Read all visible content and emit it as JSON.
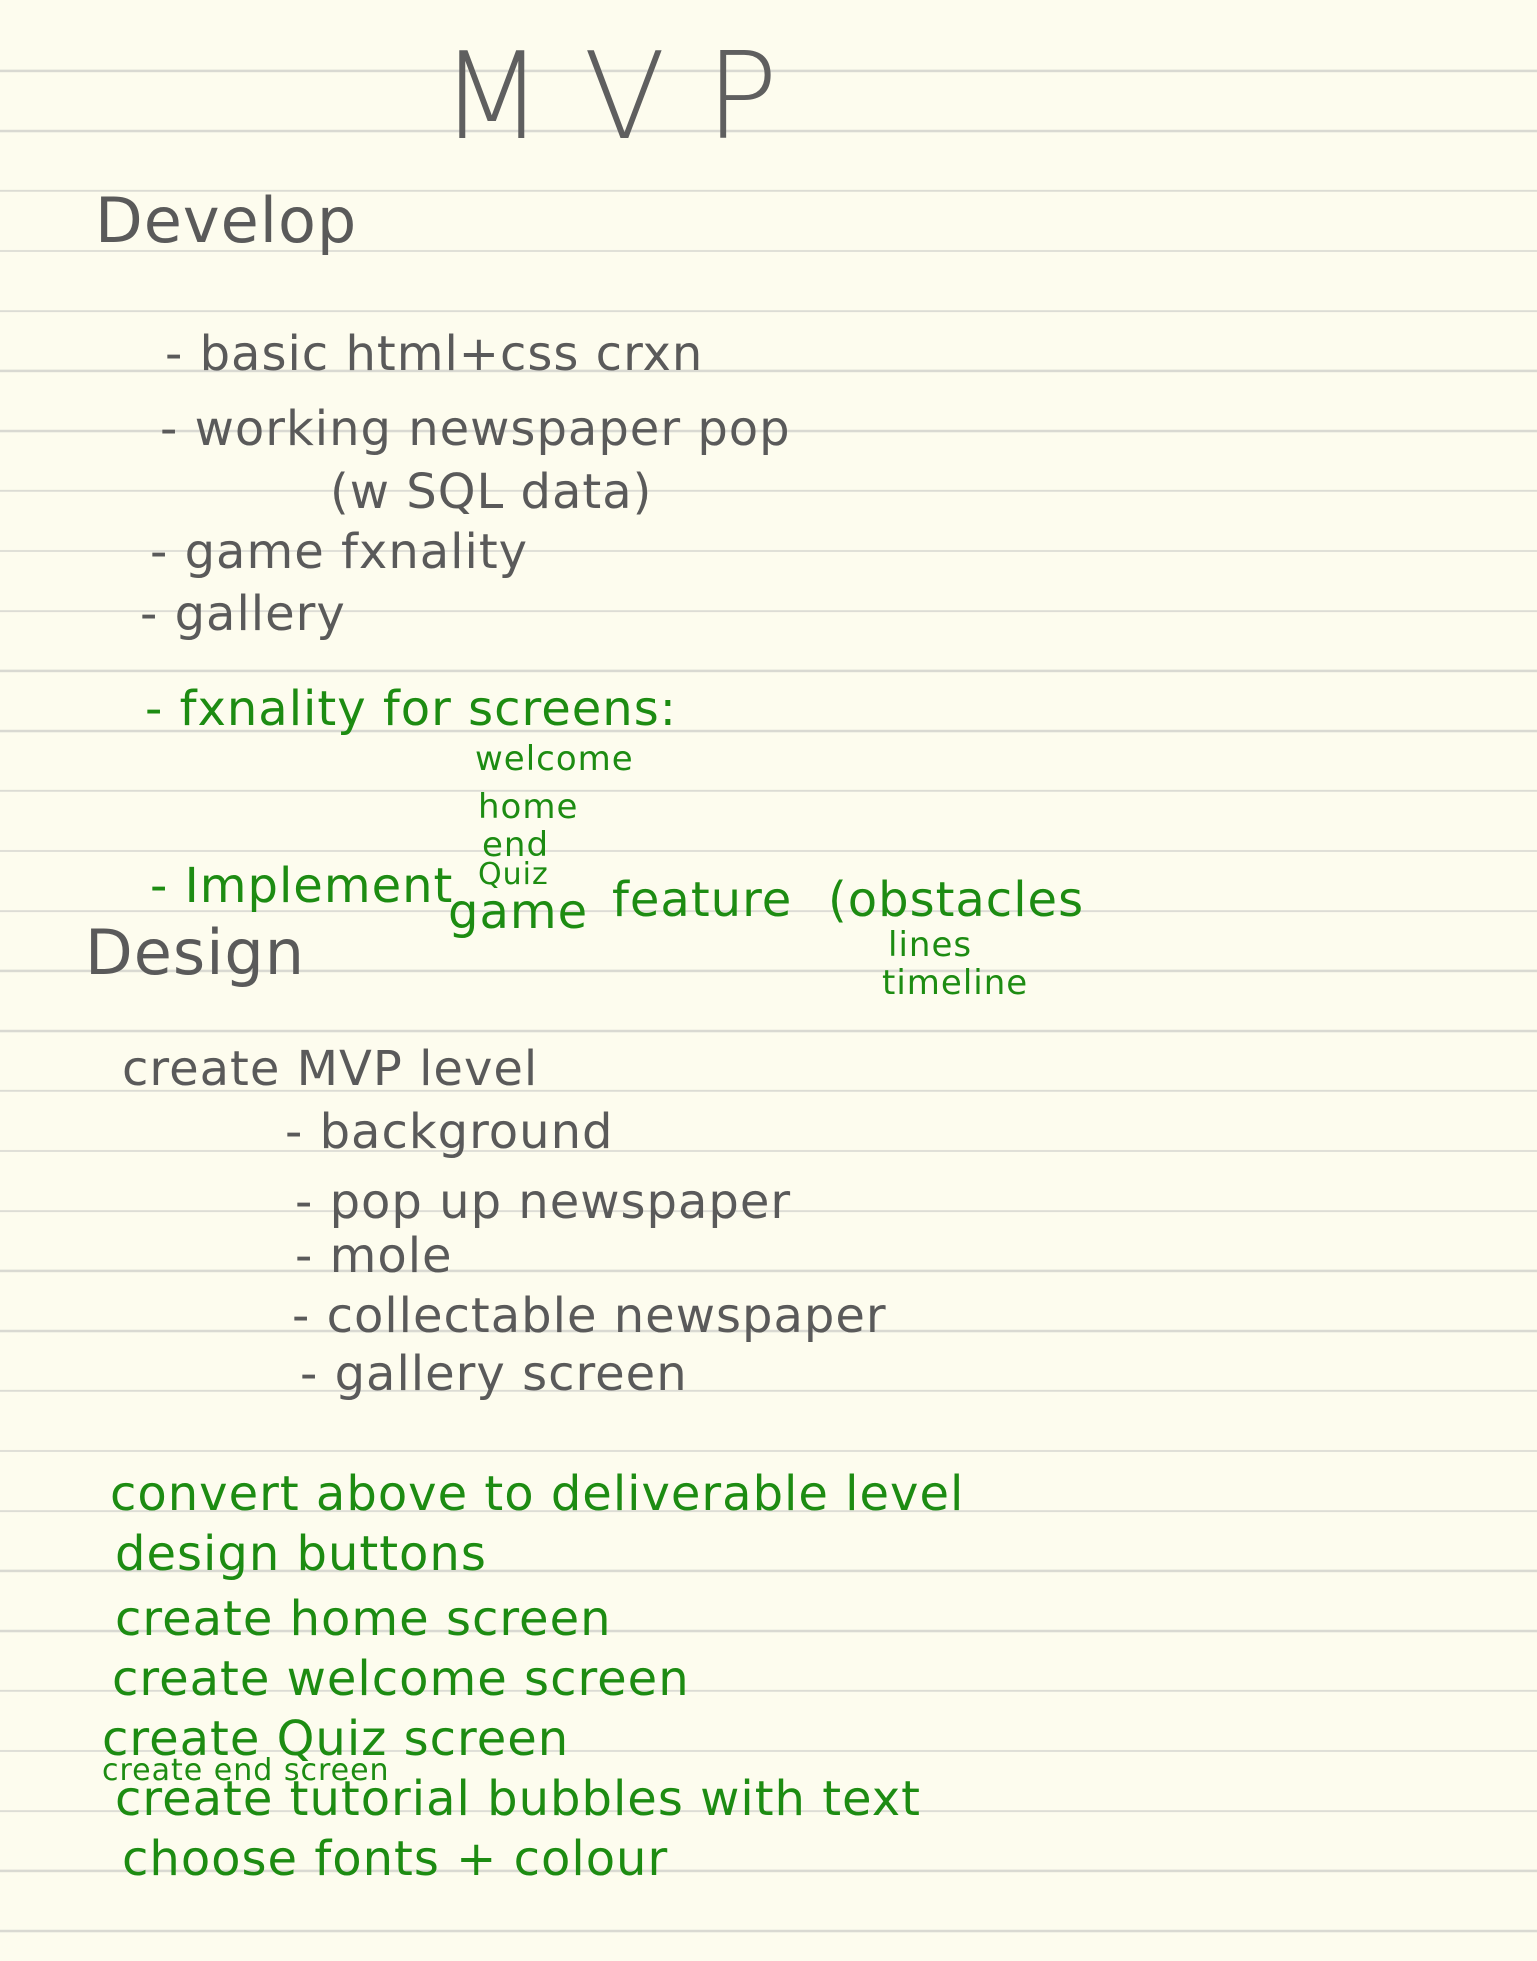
{
  "title": "MVP",
  "develop": {
    "heading": "Develop",
    "items": [
      "- basic html+css crxn",
      "- working newspaper pop",
      "(w SQL data)",
      "- game fxnality",
      "- gallery"
    ],
    "green_items": {
      "fxnality": "- fxnality for screens:",
      "screens": [
        "welcome",
        "home",
        "end",
        "Quiz"
      ],
      "implement": "- Implement",
      "game": "game",
      "feature": "feature",
      "obstacles": "(obstacles",
      "lines": "lines",
      "timeline": "timeline"
    }
  },
  "design": {
    "heading": "Design",
    "create_level": "create MVP level",
    "items": [
      "- background",
      "- pop up newspaper",
      "- mole",
      "- collectable newspaper",
      "- gallery screen"
    ],
    "green_items": [
      "convert above to deliverable level",
      "design buttons",
      "create home screen",
      "create welcome screen",
      "create Quiz screen",
      "create end screen",
      "create tutorial bubbles with text",
      "choose fonts + colour"
    ]
  },
  "colors": {
    "paper": "#fdfcee",
    "rule_line": "#d9d9d2",
    "pencil_gray": "#5a5a5a",
    "pen_green": "#1d8c12"
  }
}
